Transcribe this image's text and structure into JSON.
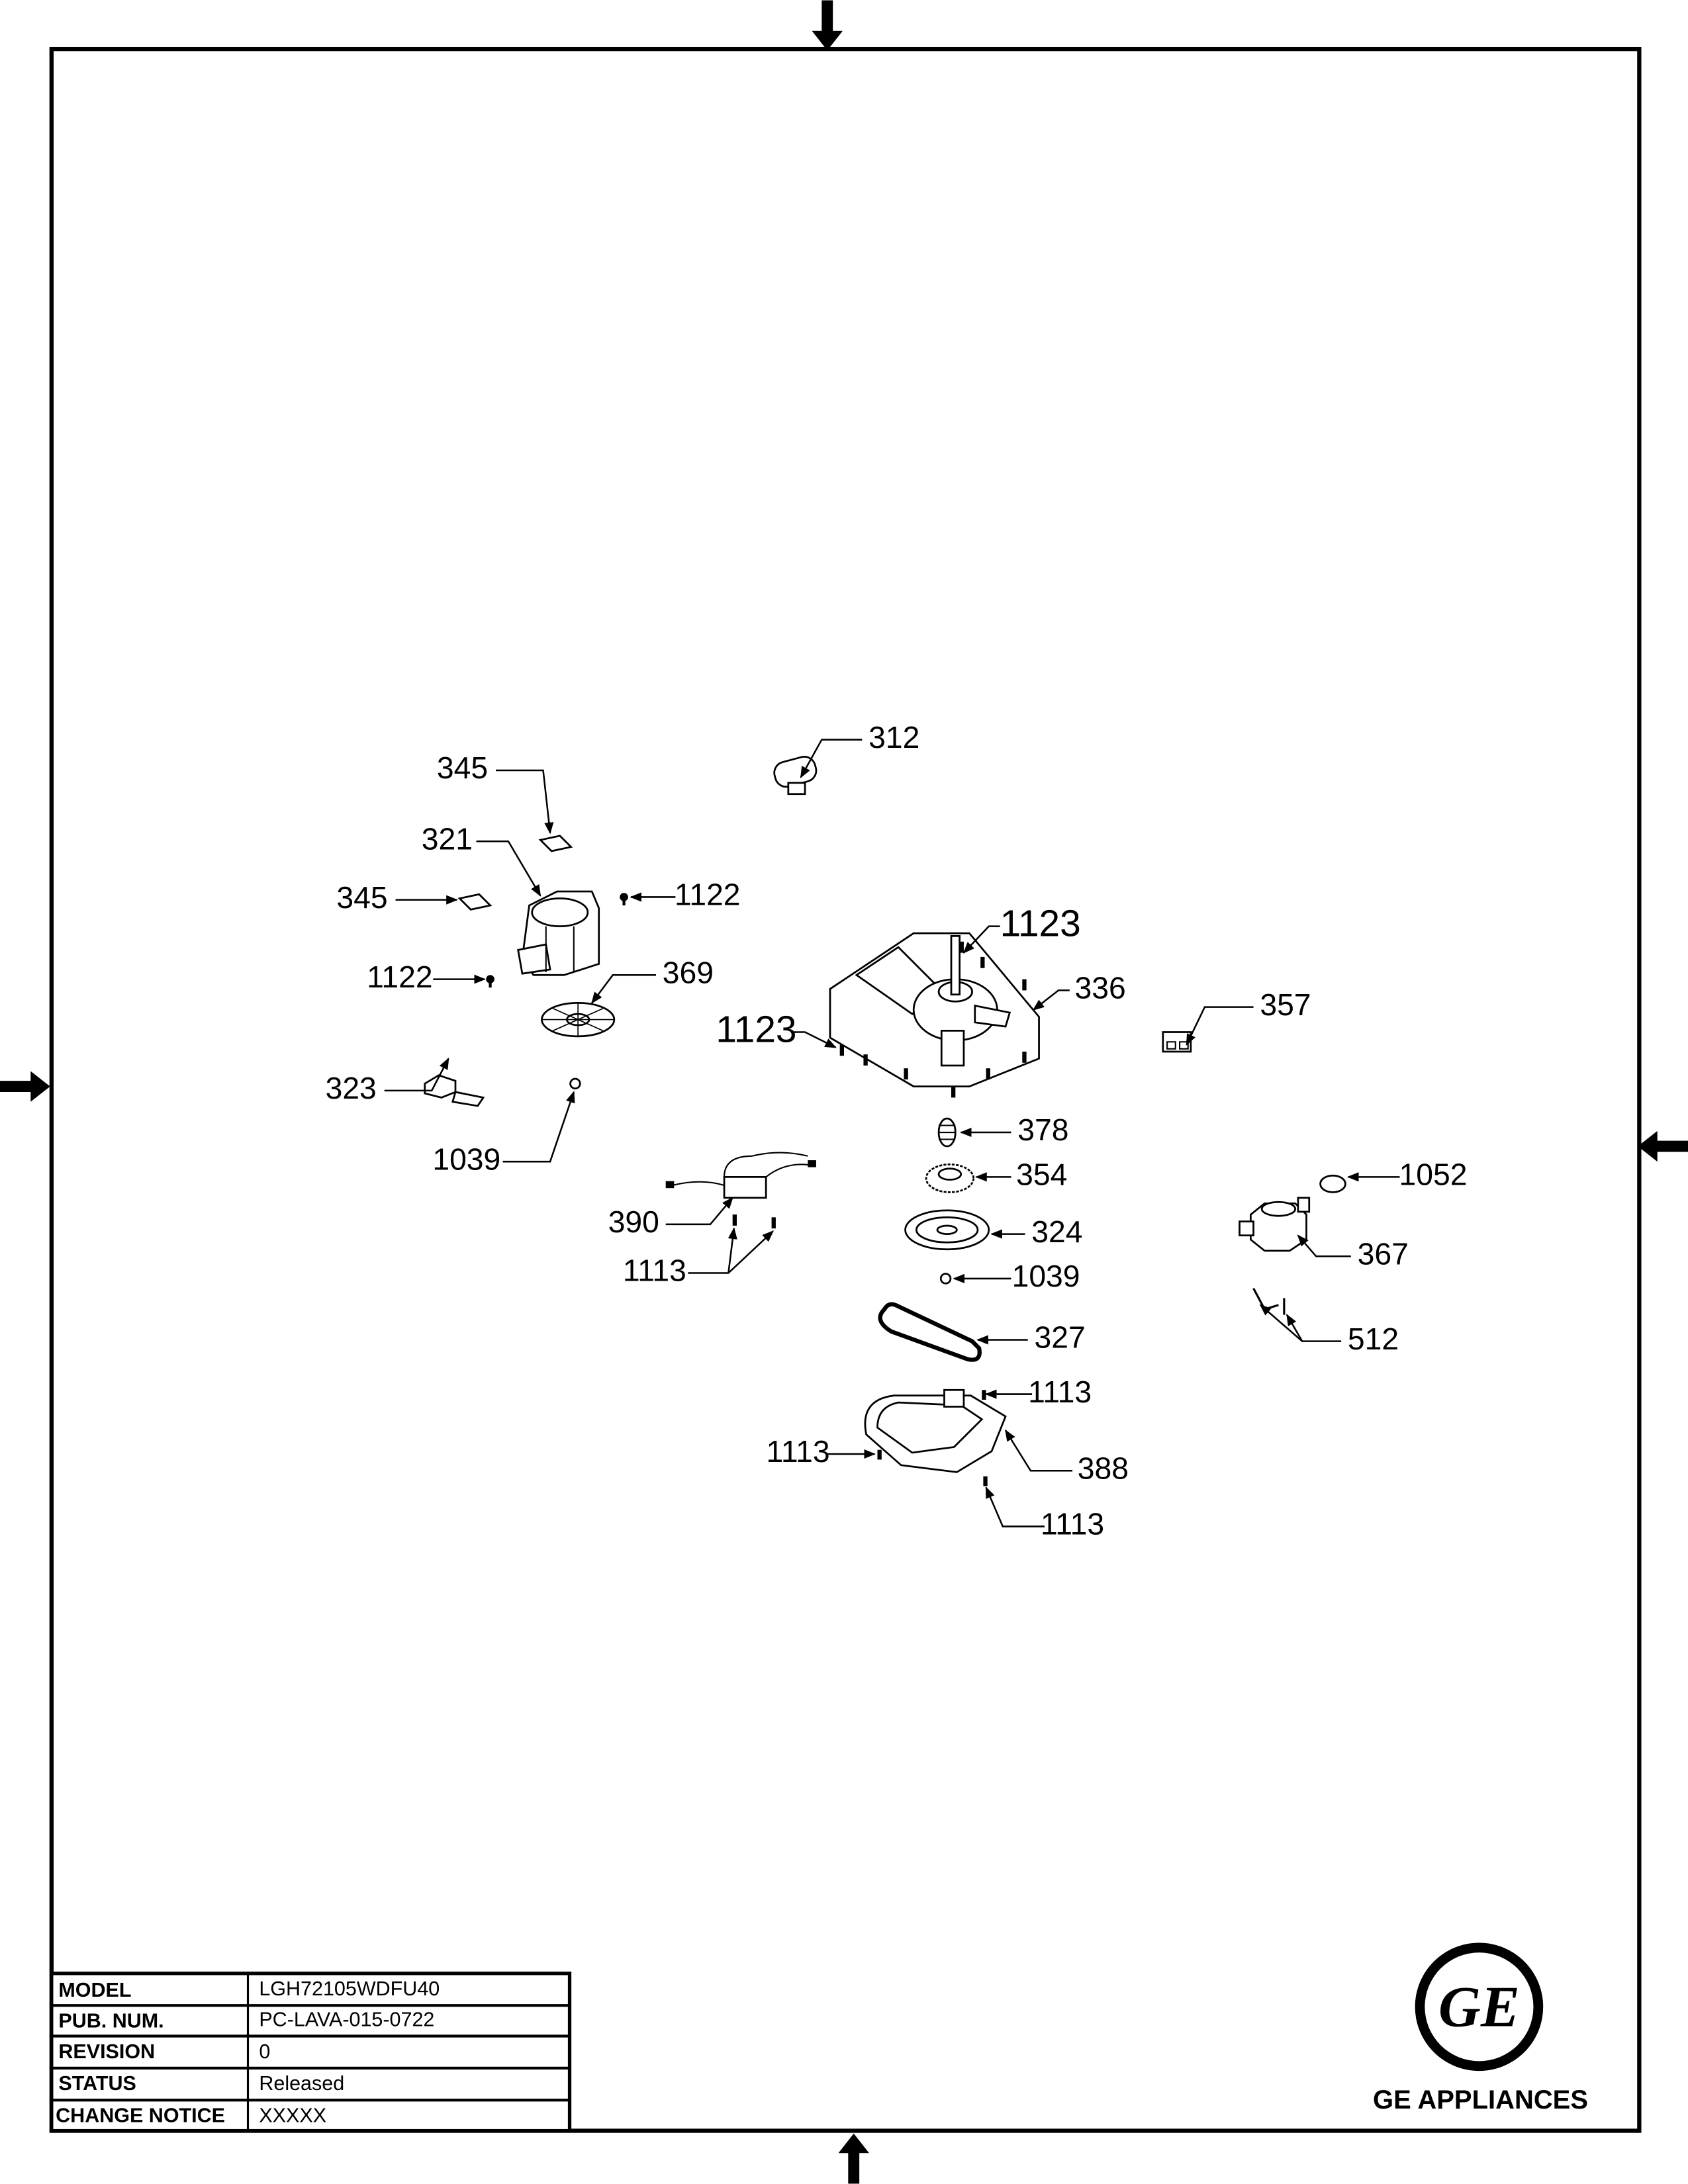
{
  "callouts": {
    "c345a": "345",
    "c321": "321",
    "c345b": "345",
    "c1122a": "1122",
    "c1122b": "1122",
    "c369": "369",
    "c323": "323",
    "c1039a": "1039",
    "c312": "312",
    "c1123a": "1123",
    "c336": "336",
    "c1123b": "1123",
    "c357": "357",
    "c378": "378",
    "c354": "354",
    "c324": "324",
    "c1039b": "1039",
    "c327": "327",
    "c390": "390",
    "c1113a": "1113",
    "c1052": "1052",
    "c367": "367",
    "c512": "512",
    "c1113b": "1113",
    "c1113c": "1113",
    "c388": "388",
    "c1113d": "1113"
  },
  "title_block": {
    "rows": [
      {
        "label": "MODEL",
        "value": "LGH72105WDFU40"
      },
      {
        "label": "PUB. NUM.",
        "value": "PC-LAVA-015-0722"
      },
      {
        "label": "REVISION",
        "value": "0"
      },
      {
        "label": "STATUS",
        "value": "Released"
      },
      {
        "label": "CHANGE NOTICE",
        "value": "XXXXX"
      }
    ]
  },
  "logo": {
    "monogram": "GE",
    "caption": "GE APPLIANCES"
  }
}
